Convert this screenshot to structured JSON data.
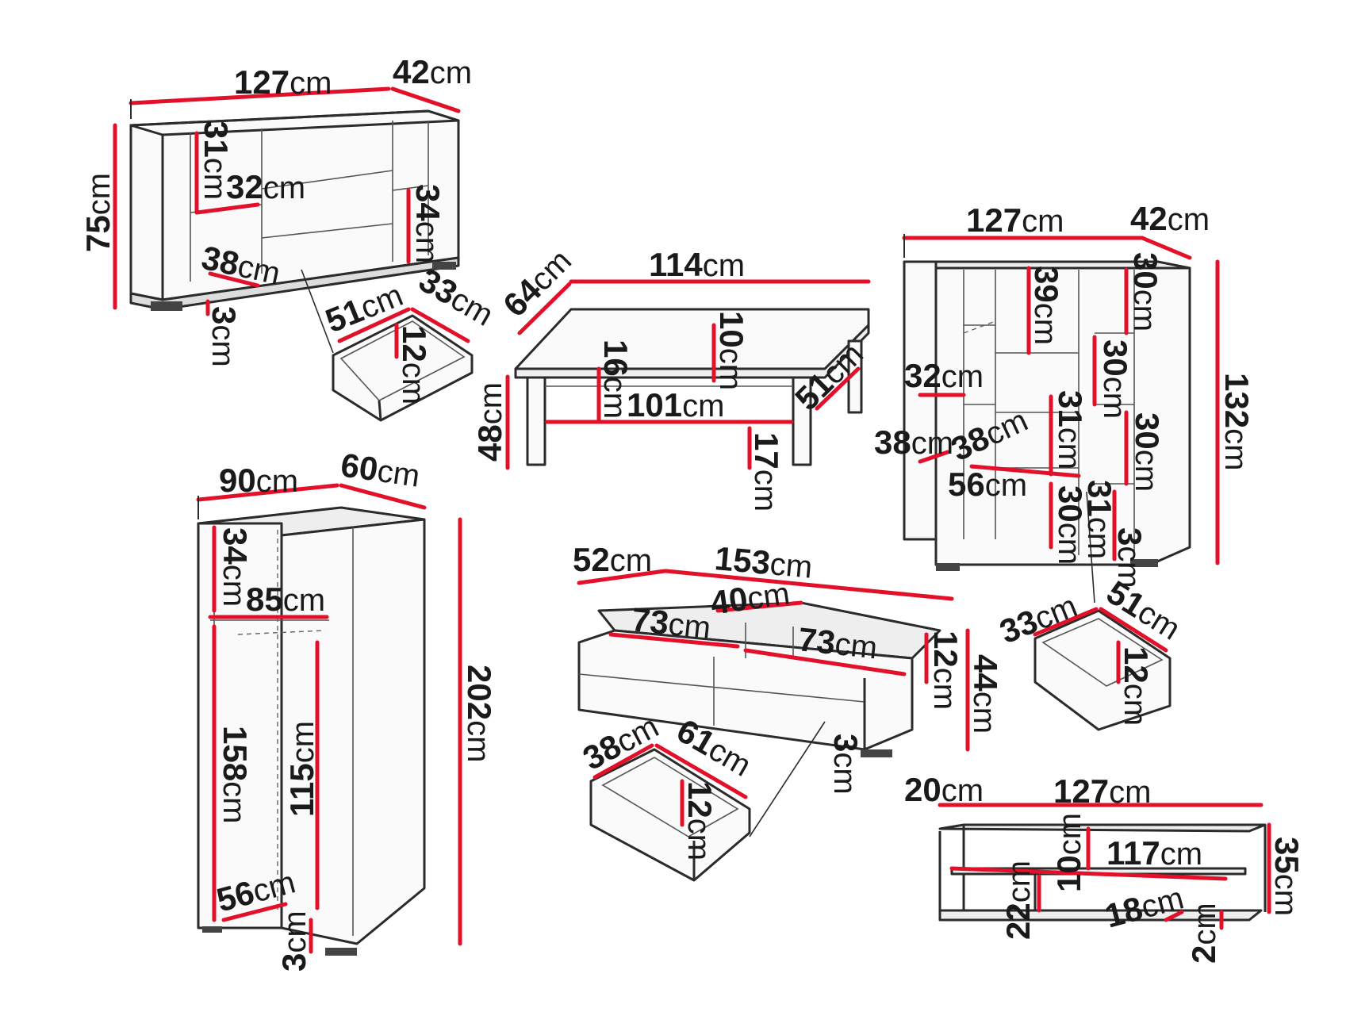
{
  "unit": "cm",
  "colors": {
    "dimension_line": "#e3102a",
    "outline": "#2b2b2b",
    "background": "#ffffff"
  },
  "sideboard": {
    "width": "127",
    "depth": "42",
    "height": "75",
    "shelf_height": "31",
    "shelf_width": "32",
    "right_shelf": "34",
    "inner_depth": "38",
    "leg": "3",
    "drawer": {
      "width": "51",
      "depth": "33",
      "height": "12"
    }
  },
  "coffee_table": {
    "width": "114",
    "depth": "64",
    "height": "48",
    "top_thickness": "10",
    "shelf_height": "16",
    "shelf_width": "101",
    "shelf_depth": "51",
    "leg_clearance": "17"
  },
  "display_cabinet": {
    "width": "127",
    "depth": "42",
    "height": "132",
    "top_shelf_height": "39",
    "right_top": "30",
    "right_mid": "30",
    "right_low": "30",
    "left_shelf": "32",
    "inner_depth_left": "38",
    "inner_depth_center": "38",
    "center_width": "56",
    "center_shelf": "31",
    "center_low": "30",
    "right_side": "31",
    "leg": "3",
    "drawer": {
      "width": "51",
      "depth": "33",
      "height": "12"
    }
  },
  "wardrobe": {
    "width": "90",
    "depth": "60",
    "height": "202",
    "top_compartment": "34",
    "inner_width": "85",
    "left_height": "158",
    "right_height": "115",
    "bottom_depth": "56",
    "leg": "3"
  },
  "tv_stand": {
    "depth": "52",
    "width": "153",
    "height": "44",
    "top_depth": "40",
    "left_top_width": "73",
    "right_top_width": "73",
    "top_height": "12",
    "leg": "3",
    "drawer": {
      "depth": "38",
      "width": "61",
      "height": "12"
    }
  },
  "wall_shelf": {
    "depth": "20",
    "width": "127",
    "height": "35",
    "inner_width": "117",
    "gap_top": "10",
    "gap_low": "22",
    "small_depth": "18",
    "thickness": "2"
  }
}
